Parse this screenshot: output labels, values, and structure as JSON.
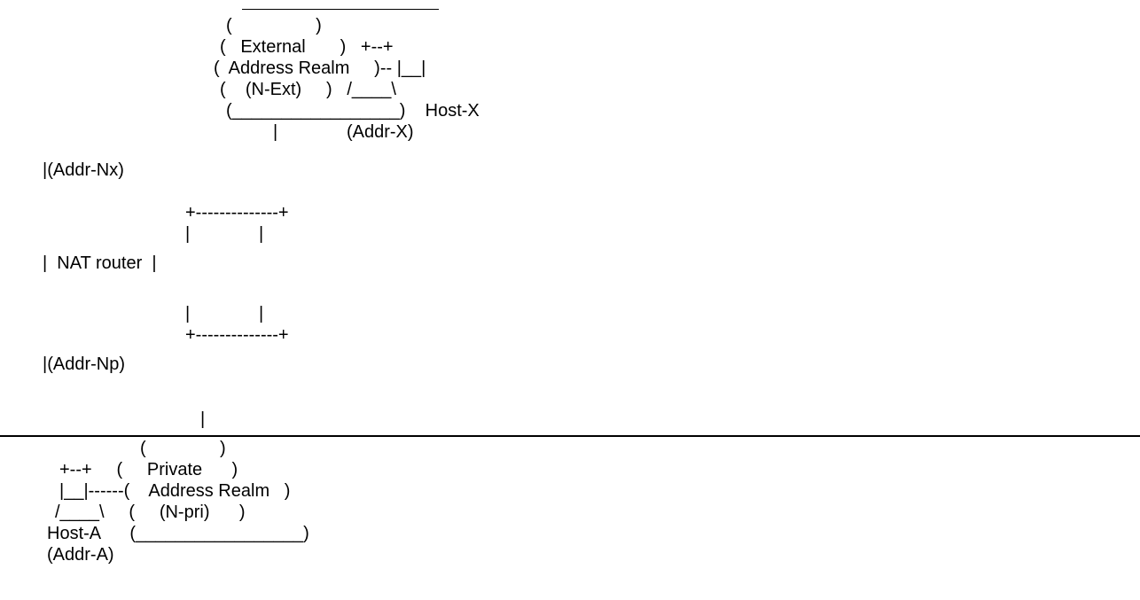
{
  "lines": [
    "(                 )",
    "(   External       )   +--+",
    "(  Address Realm     )-- |__|",
    "(    (N-Ext)     )   /____\\",
    "(_________________)    Host-X",
    "|              (Addr-X)",
    "|(Addr-Nx)",
    "+--------------+",
    "|              |",
    "|  NAT router  |",
    "|              |",
    "+--------------+",
    "|(Addr-Np)",
    "|",
    "(               )",
    "+--+     (     Private      )",
    "|__|------(    Address Realm   )",
    "/____\\     (     (N-pri)      )",
    "Host-A      (_________________)",
    "(Addr-A)"
  ]
}
